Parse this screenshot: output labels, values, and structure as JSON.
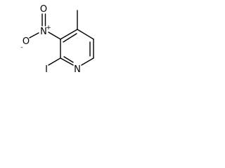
{
  "molecule": {
    "atoms": {
      "iodine": "I",
      "ring_nitrogen": "N",
      "nitro_nitrogen": "N",
      "nitro_oxygen_double": "O",
      "nitro_oxygen_single": "O"
    },
    "charges": {
      "nitro_nitrogen": "+",
      "nitro_oxygen_single": "-"
    }
  },
  "colors": {
    "ink": "#000000",
    "background": "#ffffff"
  }
}
